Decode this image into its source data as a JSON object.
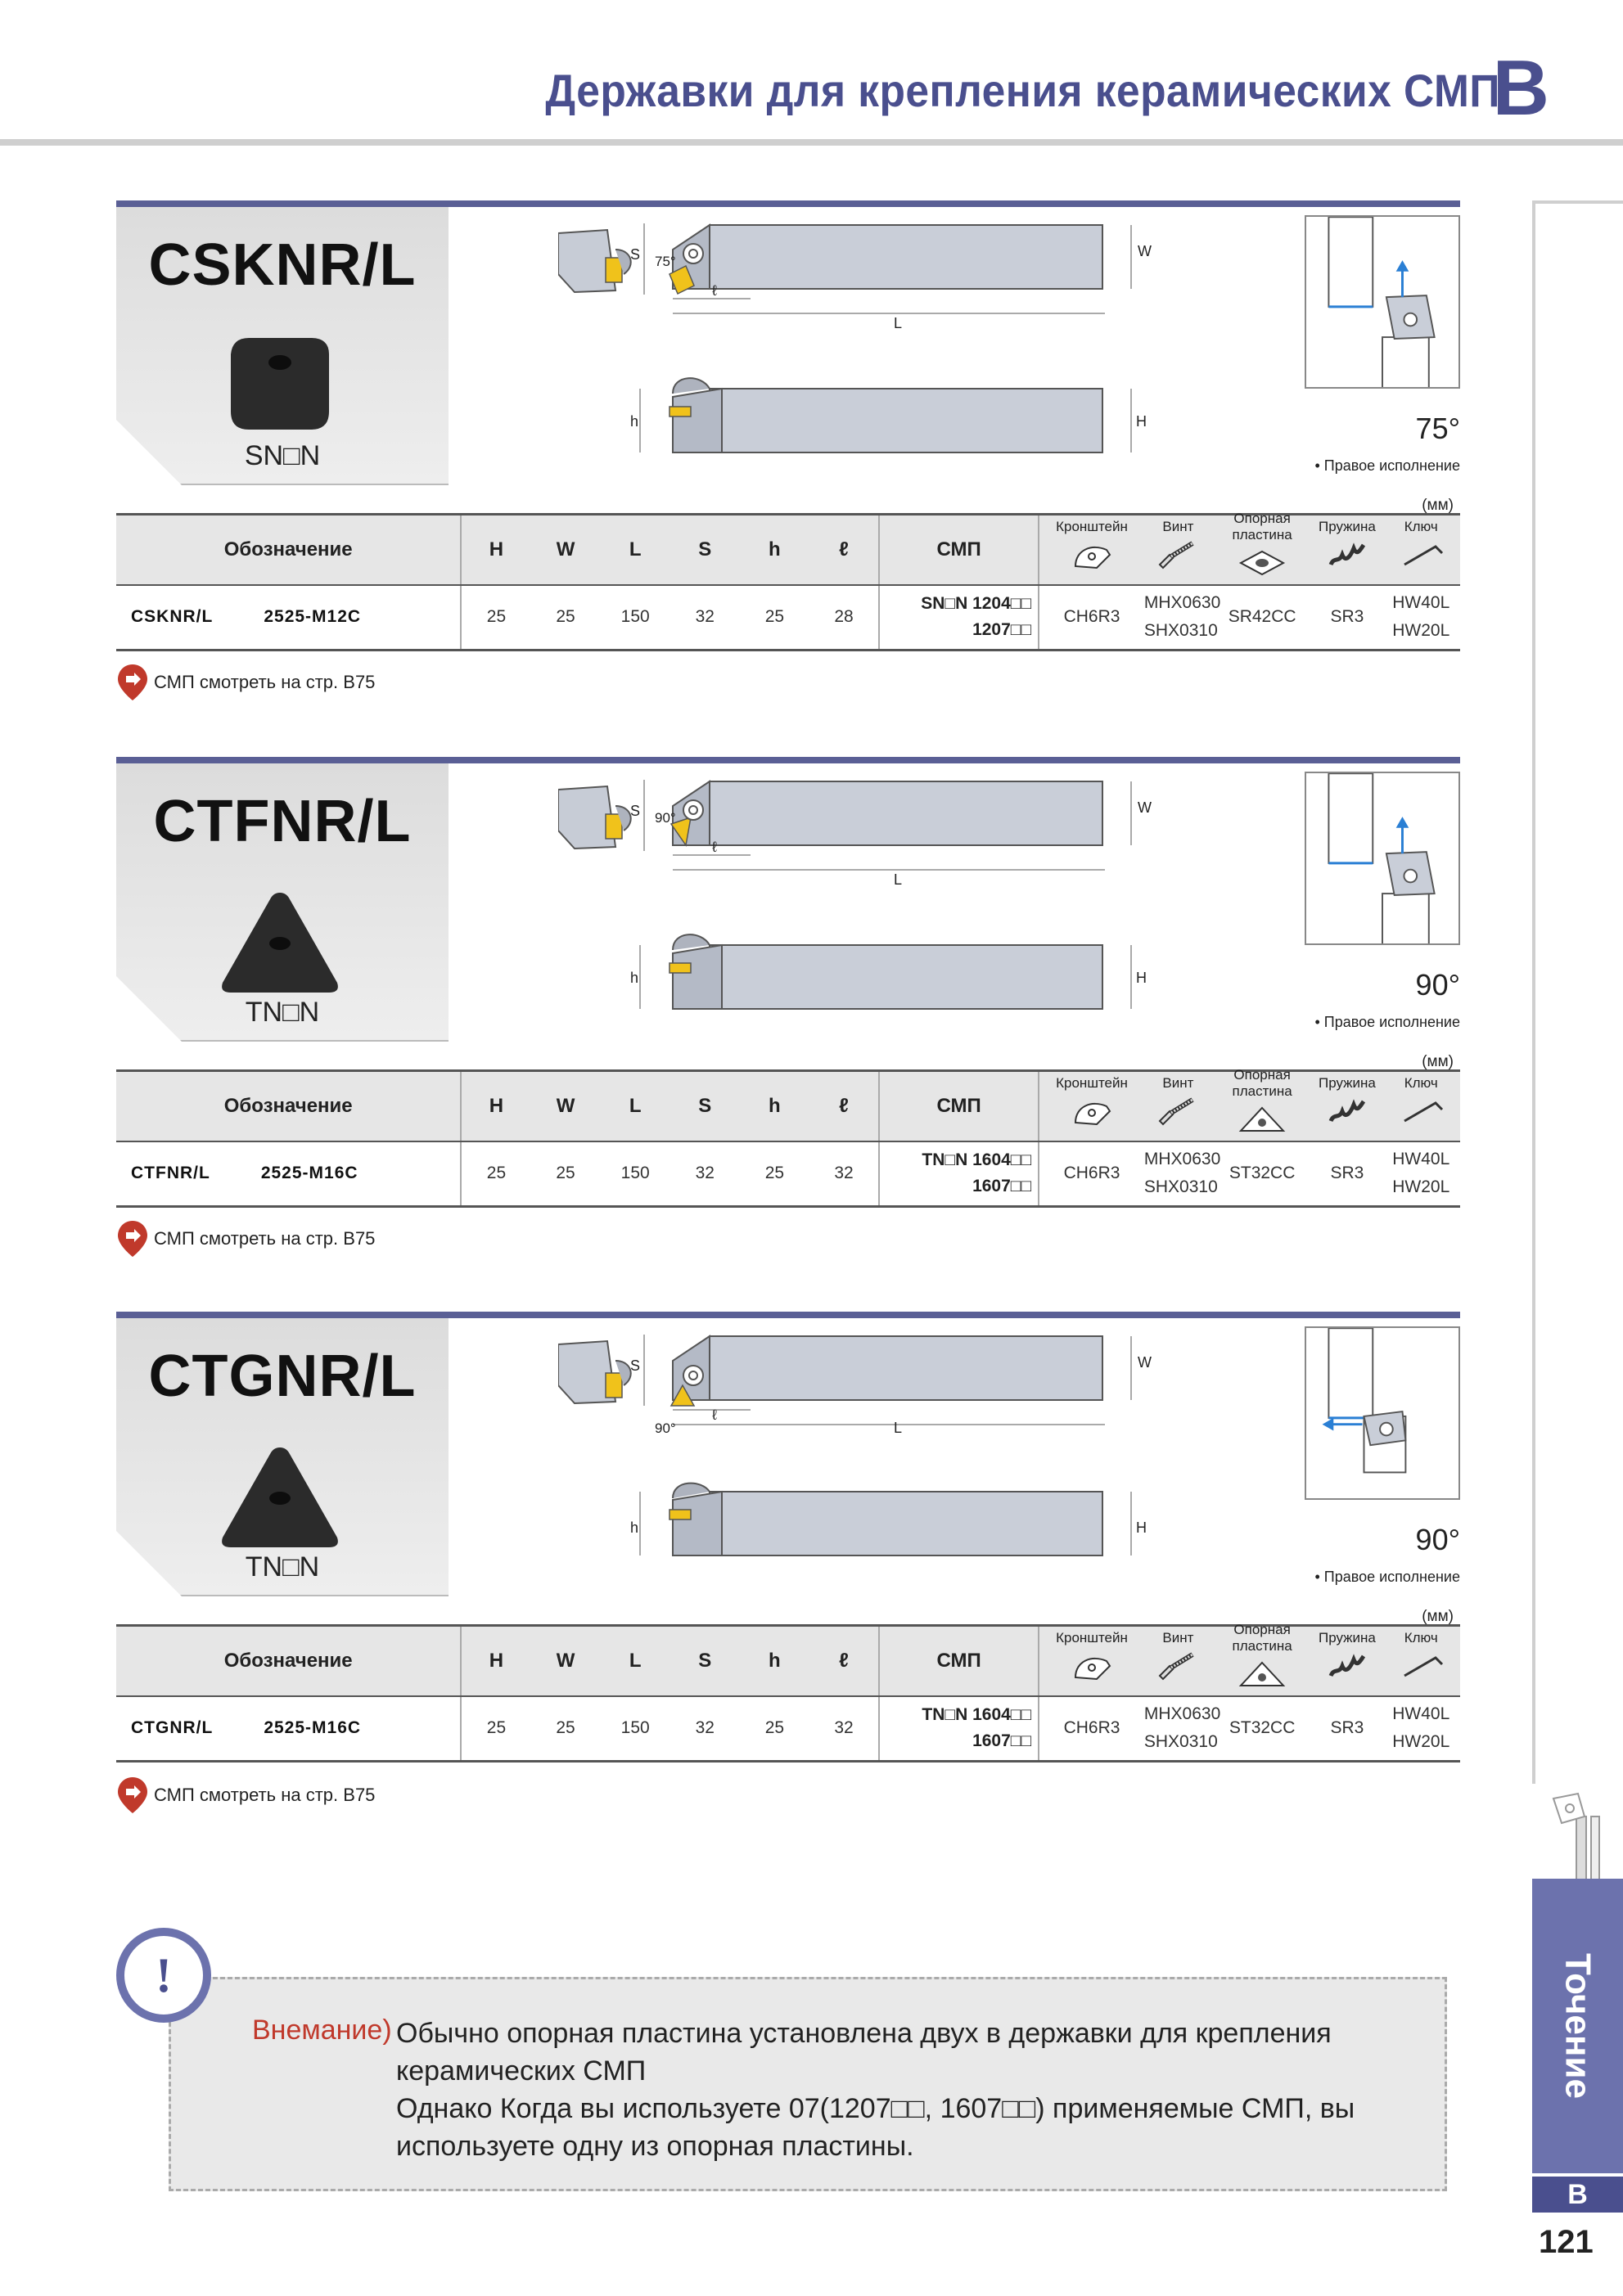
{
  "header": {
    "title": "Державки для крепления керамических СМП",
    "letter": "B"
  },
  "side": {
    "tab_label": "Точение",
    "tab_letter": "B",
    "page_number": "121"
  },
  "colors": {
    "accent": "#4a4f8e",
    "tab": "#6c72ad",
    "insert_yellow": "#f0c21b",
    "blue_arrow": "#2a7fd4"
  },
  "columns": {
    "designation": "Обозначение",
    "H": "H",
    "W": "W",
    "L": "L",
    "S": "S",
    "h": "h",
    "l": "ℓ",
    "insert": "СМП",
    "bracket": "Кронштейн",
    "screw": "Винт",
    "shim": "Опорная пластина",
    "spring": "Пружина",
    "key": "Ключ"
  },
  "sections": [
    {
      "code": "CSKNR/L",
      "insert_shape": "square",
      "insert_label": "SN□N",
      "angle": "75°",
      "hand": "• Правое исполнение",
      "unit": "(мм)",
      "drawing_labels": {
        "S": "S",
        "angle": "75°",
        "l": "ℓ",
        "L": "L",
        "W": "W",
        "h": "h",
        "H": "H"
      },
      "row": {
        "name": "CSKNR/L",
        "size": "2525-M12C",
        "H": "25",
        "W": "25",
        "L": "150",
        "S": "32",
        "h": "25",
        "l": "28",
        "insert_1": "SN□N 1204□□",
        "insert_2": "1207□□",
        "bracket": "CH6R3",
        "screw_1": "MHX0630",
        "screw_2": "SHX0310",
        "shim": "SR42CC",
        "spring": "SR3",
        "key_1": "HW40L",
        "key_2": "HW20L"
      },
      "note": "СМП смотреть на стр.  B75"
    },
    {
      "code": "CTFNR/L",
      "insert_shape": "triangle",
      "insert_label": "TN□N",
      "angle": "90°",
      "hand": "• Правое исполнение",
      "unit": "(мм)",
      "drawing_labels": {
        "S": "S",
        "angle": "90°",
        "l": "ℓ",
        "L": "L",
        "W": "W",
        "h": "h",
        "H": "H"
      },
      "row": {
        "name": "CTFNR/L",
        "size": "2525-M16C",
        "H": "25",
        "W": "25",
        "L": "150",
        "S": "32",
        "h": "25",
        "l": "32",
        "insert_1": "TN□N 1604□□",
        "insert_2": "1607□□",
        "bracket": "CH6R3",
        "screw_1": "MHX0630",
        "screw_2": "SHX0310",
        "shim": "ST32CC",
        "spring": "SR3",
        "key_1": "HW40L",
        "key_2": "HW20L"
      },
      "note": "СМП смотреть на стр.  B75"
    },
    {
      "code": "CTGNR/L",
      "insert_shape": "triangle",
      "insert_label": "TN□N",
      "angle": "90°",
      "hand": "• Правое исполнение",
      "unit": "(мм)",
      "drawing_labels": {
        "S": "S",
        "angle": "90°",
        "l": "ℓ",
        "L": "L",
        "W": "W",
        "h": "h",
        "H": "H"
      },
      "row": {
        "name": "CTGNR/L",
        "size": "2525-M16C",
        "H": "25",
        "W": "25",
        "L": "150",
        "S": "32",
        "h": "25",
        "l": "32",
        "insert_1": "TN□N 1604□□",
        "insert_2": "1607□□",
        "bracket": "CH6R3",
        "screw_1": "MHX0630",
        "screw_2": "SHX0310",
        "shim": "ST32CC",
        "spring": "SR3",
        "key_1": "HW40L",
        "key_2": "HW20L"
      },
      "note": "СМП смотреть на стр.  B75"
    }
  ],
  "attention": {
    "icon": "!",
    "label": "Внемание)",
    "lines": [
      "Обычно опорная пластина установлена двух в державки для крепления",
      "керамических СМП",
      "Однако Когда вы используете 07(1207□□, 1607□□) применяемые СМП, вы",
      "используете одну из опорная пластины."
    ]
  }
}
